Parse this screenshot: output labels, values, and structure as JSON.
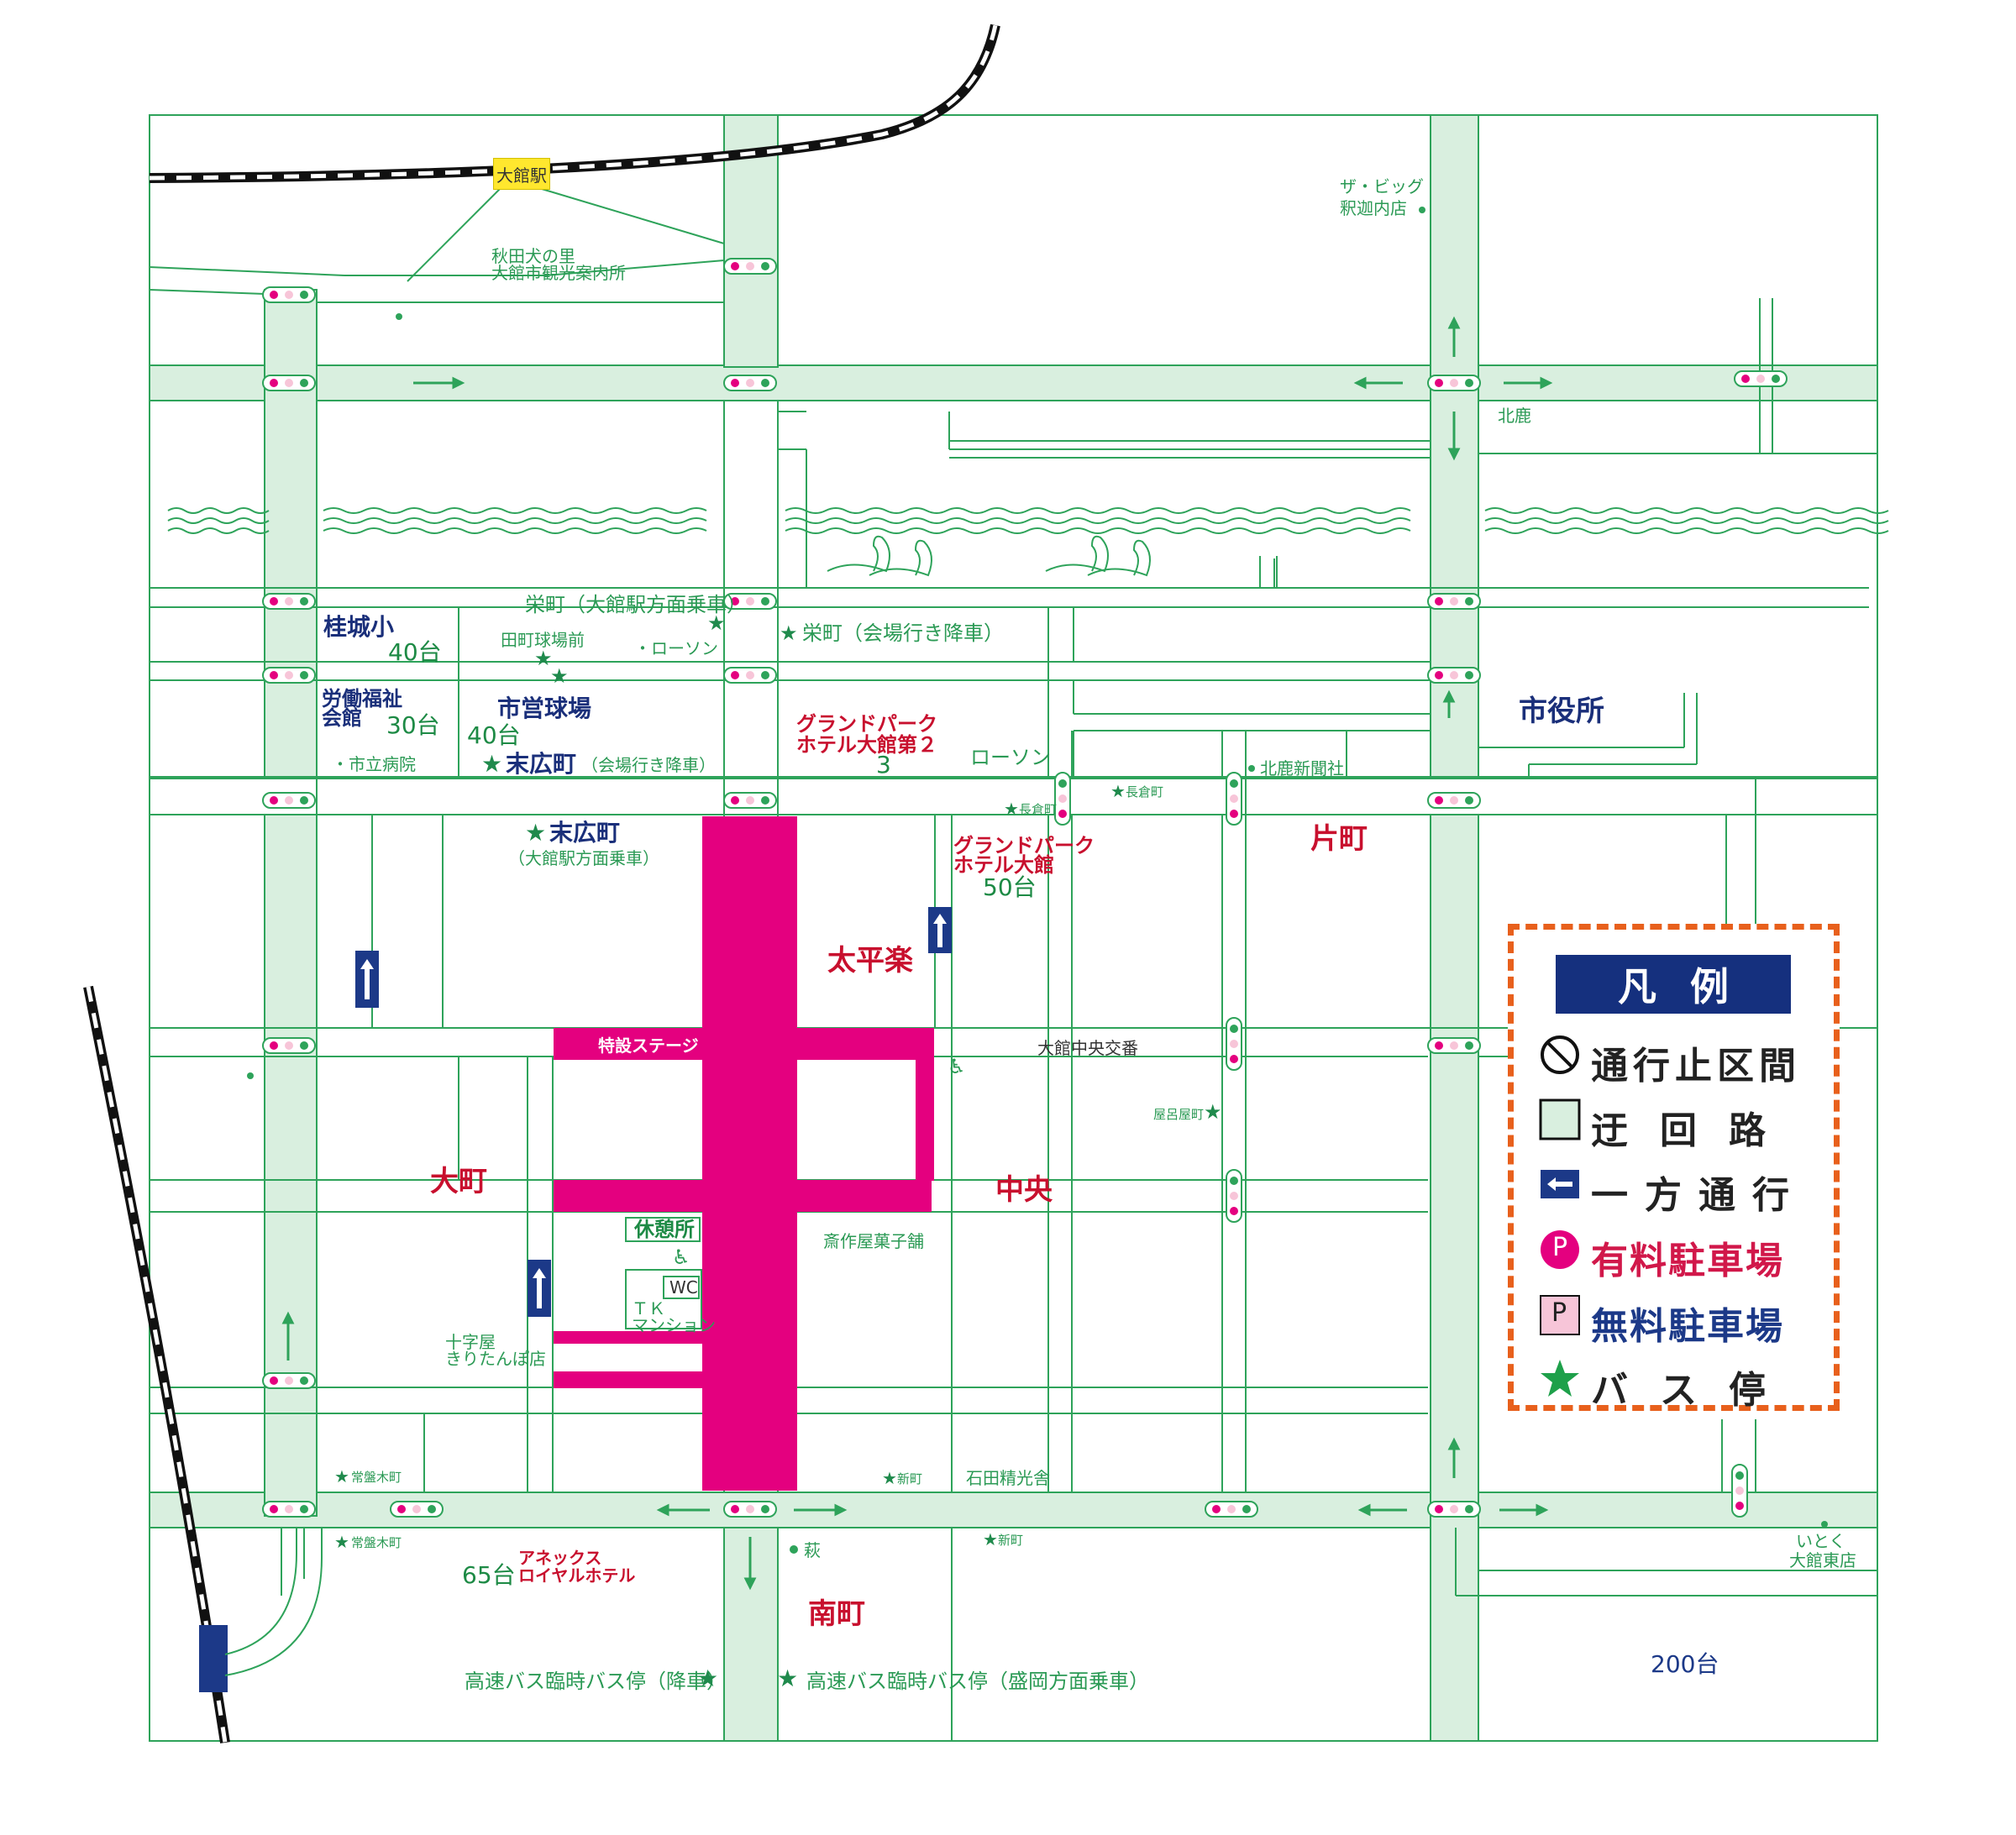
{
  "map": {
    "station": "大館駅",
    "landmarks": {
      "akitainu": "秋田犬の里",
      "tourist_info": "大館市観光案内所",
      "the_big": "ザ・ビッグ",
      "the_big_2": "釈迦内店",
      "hokuroku": "北鹿",
      "city_hall": "市役所",
      "keijo_sho": "桂城小",
      "rodo_fukushi": "労働福祉",
      "kaikan": "会館",
      "shiritsu_byoin": "・市立病院",
      "shiei_kyujo": "市営球場",
      "grand_park_2a": "グランドパーク",
      "grand_park_2b": "ホテル大館第２",
      "grand_park_a": "グランドパーク",
      "grand_park_b": "ホテル大館",
      "lawson1": "・ローソン",
      "lawson2": "ローソン",
      "hokuroku_shinpo": "北鹿新聞社",
      "tokusetsu_stage": "特設ステージ",
      "kyukeijo": "休憩所",
      "wc": "WC",
      "tk": "ＴＫ",
      "mansion": "マンション",
      "odate_koban": "大館中央交番",
      "sai_sakuya": "斎作屋菓子舗",
      "jujiya": "十字屋",
      "kiritanpo": "きりたんぽ店",
      "annex_a": "アネックス",
      "annex_b": "ロイヤルホテル",
      "hagi": "萩",
      "ishida": "石田精光舎",
      "itoku_a": "いとく",
      "itoku_b": "大館東店"
    },
    "districts": {
      "omachi": "大町",
      "taiheiraku": "太平楽",
      "chuo": "中央",
      "katamachi": "片町",
      "minamimachi": "南町"
    },
    "parking": {
      "keijo": "40台",
      "rodo": "30台",
      "shiei": "40台",
      "grand2": "3",
      "grand": "50台",
      "annex": "65台",
      "itoku": "200台"
    },
    "bus_stops": {
      "sakaecho_up": "栄町（大館駅方面乗車）",
      "sakaecho_down": "栄町（会場行き降車）",
      "tamachi": "田町球場前",
      "suehirocho_down": "末広町",
      "suehirocho_down_note": "（会場行き降車）",
      "suehirocho_up": "末広町",
      "suehirocho_up_note": "（大館駅方面乗車）",
      "nagakura1": "長倉町",
      "nagakura2": "長倉町",
      "yashiro": "屋呂屋町",
      "tokiwagi1": "常盤木町",
      "tokiwagi2": "常盤木町",
      "shinmachi": "新町",
      "shincho": "新町",
      "highway_drop": "高速バス臨時バス停（降車）",
      "highway_pick": "高速バス臨時バス停（盛岡方面乗車）"
    }
  },
  "legend": {
    "title": "凡例",
    "items": [
      {
        "label": "通行止区間"
      },
      {
        "label": "迂回路"
      },
      {
        "label": "一方通行"
      },
      {
        "label": "有料駐車場"
      },
      {
        "label": "無料駐車場"
      },
      {
        "label": "バス停"
      }
    ],
    "sym_p": "P",
    "colors": {
      "closed": "#e4007f",
      "detour": "#d9efdf",
      "road_line": "#2ea35a",
      "oneway": "#1c3988",
      "paid": "#e4007f",
      "free": "#f7c5d8",
      "bus": "#1ea04a",
      "frame": "#e8601c"
    }
  }
}
